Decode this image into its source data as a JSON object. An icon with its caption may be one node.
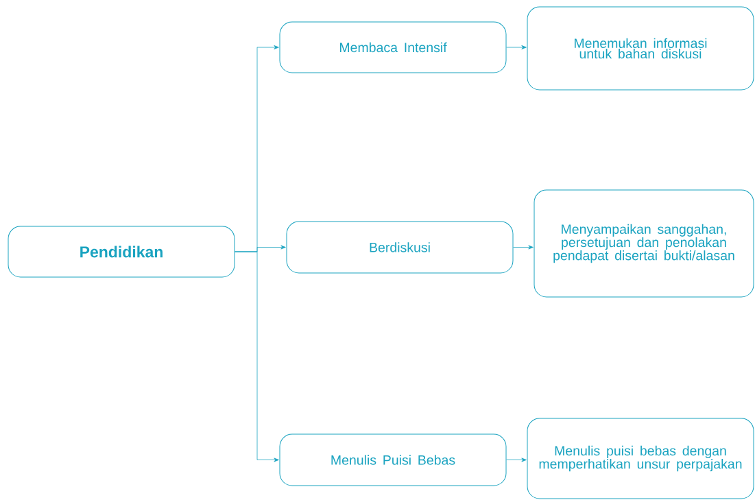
{
  "diagram": {
    "nodes": [
      {
        "text": [
          "Pendidikan"
        ]
      },
      {
        "text": [
          "Membaca Intensif"
        ]
      },
      {
        "text": [
          "Menemukan informasi untuk bahan diskusi"
        ]
      },
      {
        "text": [
          "Berdiskusi"
        ]
      },
      {
        "text": [
          "Menyampaikan sanggahan, persetujuan dan penolakan pendapat disertai bukti/alasan"
        ]
      },
      {
        "text": [
          "Menulis Puisi Bebas"
        ]
      },
      {
        "text": [
          "Menulis puisi bebas dengan memperhatikan unsur perpajakan"
        ]
      }
    ],
    "edges": [
      {
        "from": 0,
        "to": 1,
        "arrow": "to"
      },
      {
        "from": 0,
        "to": 3,
        "arrow": "to"
      },
      {
        "from": 0,
        "to": 5,
        "arrow": "to"
      },
      {
        "from": 1,
        "to": 2,
        "arrow": "to"
      },
      {
        "from": 3,
        "to": 4,
        "arrow": "to"
      },
      {
        "from": 5,
        "to": 6,
        "arrow": "to"
      }
    ]
  }
}
